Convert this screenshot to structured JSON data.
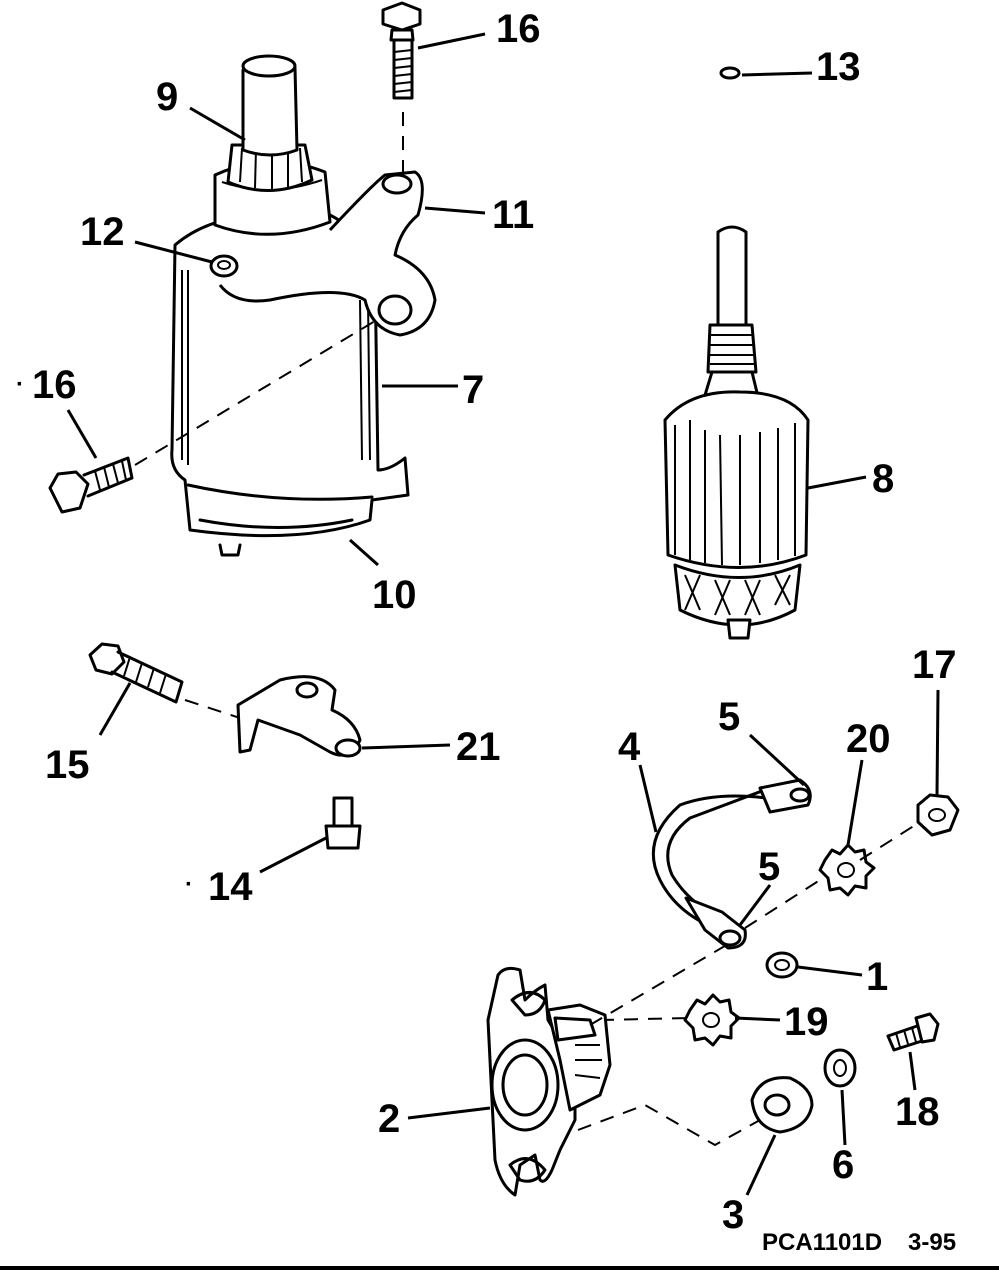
{
  "callouts": {
    "c1": "1",
    "c2": "2",
    "c3": "3",
    "c4": "4",
    "c5a": "5",
    "c5b": "5",
    "c6": "6",
    "c7": "7",
    "c8": "8",
    "c9": "9",
    "c10": "10",
    "c11": "11",
    "c12": "12",
    "c13": "13",
    "c14": "14",
    "c15": "15",
    "c16a": "16",
    "c16b": "16",
    "c17": "17",
    "c18": "18",
    "c19": "19",
    "c20": "20",
    "c21": "21"
  },
  "footer": {
    "part_code": "PCA1101D",
    "date": "3-95"
  },
  "colors": {
    "ink": "#000000",
    "paper": "#ffffff"
  }
}
